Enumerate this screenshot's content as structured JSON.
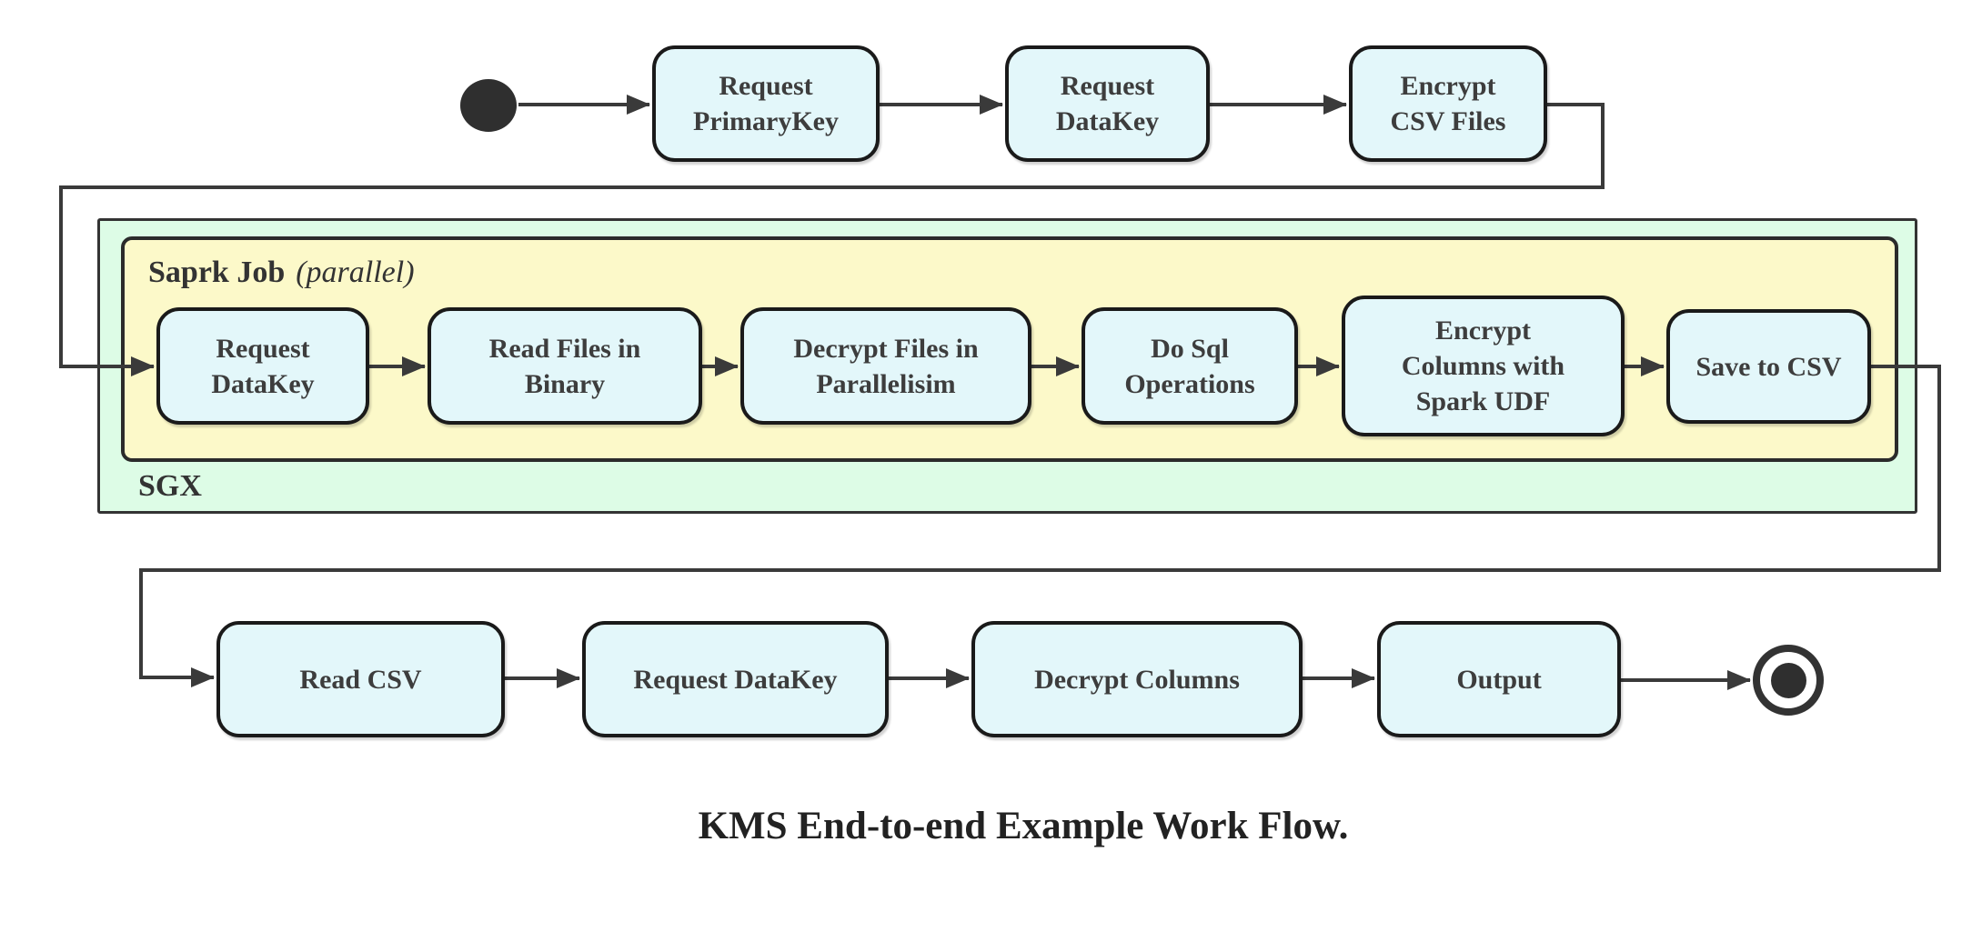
{
  "caption": "KMS End-to-end Example Work Flow.",
  "colors": {
    "node_fill": "#e3f7fa",
    "node_border": "#1a1a1a",
    "sgx_fill": "#ddfce6",
    "spark_fill": "#fcf9c9",
    "container_border": "#333333",
    "line": "#3a3a3a",
    "text": "#3d3d3d",
    "caption_color": "#222222",
    "bg": "#ffffff"
  },
  "start_node": {
    "name": "start"
  },
  "end_node": {
    "name": "end"
  },
  "top_row": [
    {
      "id": "request-primarykey",
      "label": "Request\nPrimaryKey"
    },
    {
      "id": "request-datakey",
      "label": "Request\nDataKey"
    },
    {
      "id": "encrypt-csv-files",
      "label": "Encrypt\nCSV Files"
    }
  ],
  "sgx": {
    "label": "SGX"
  },
  "spark": {
    "label": "Saprk Job",
    "qualifier": "(parallel)"
  },
  "spark_row": [
    {
      "id": "spark-request-datakey",
      "label": "Request\nDataKey"
    },
    {
      "id": "read-files-in-binary",
      "label": "Read Files in\nBinary"
    },
    {
      "id": "decrypt-files-in-parallelisim",
      "label": "Decrypt Files in\nParallelisim"
    },
    {
      "id": "do-sql-operations",
      "label": "Do Sql\nOperations"
    },
    {
      "id": "encrypt-columns-with-spark-udf",
      "label": "Encrypt\nColumns with\nSpark UDF"
    },
    {
      "id": "save-to-csv",
      "label": "Save to CSV"
    }
  ],
  "bottom_row": [
    {
      "id": "read-csv",
      "label": "Read CSV"
    },
    {
      "id": "bottom-request-datakey",
      "label": "Request DataKey"
    },
    {
      "id": "decrypt-columns",
      "label": "Decrypt Columns"
    },
    {
      "id": "output",
      "label": "Output"
    }
  ]
}
